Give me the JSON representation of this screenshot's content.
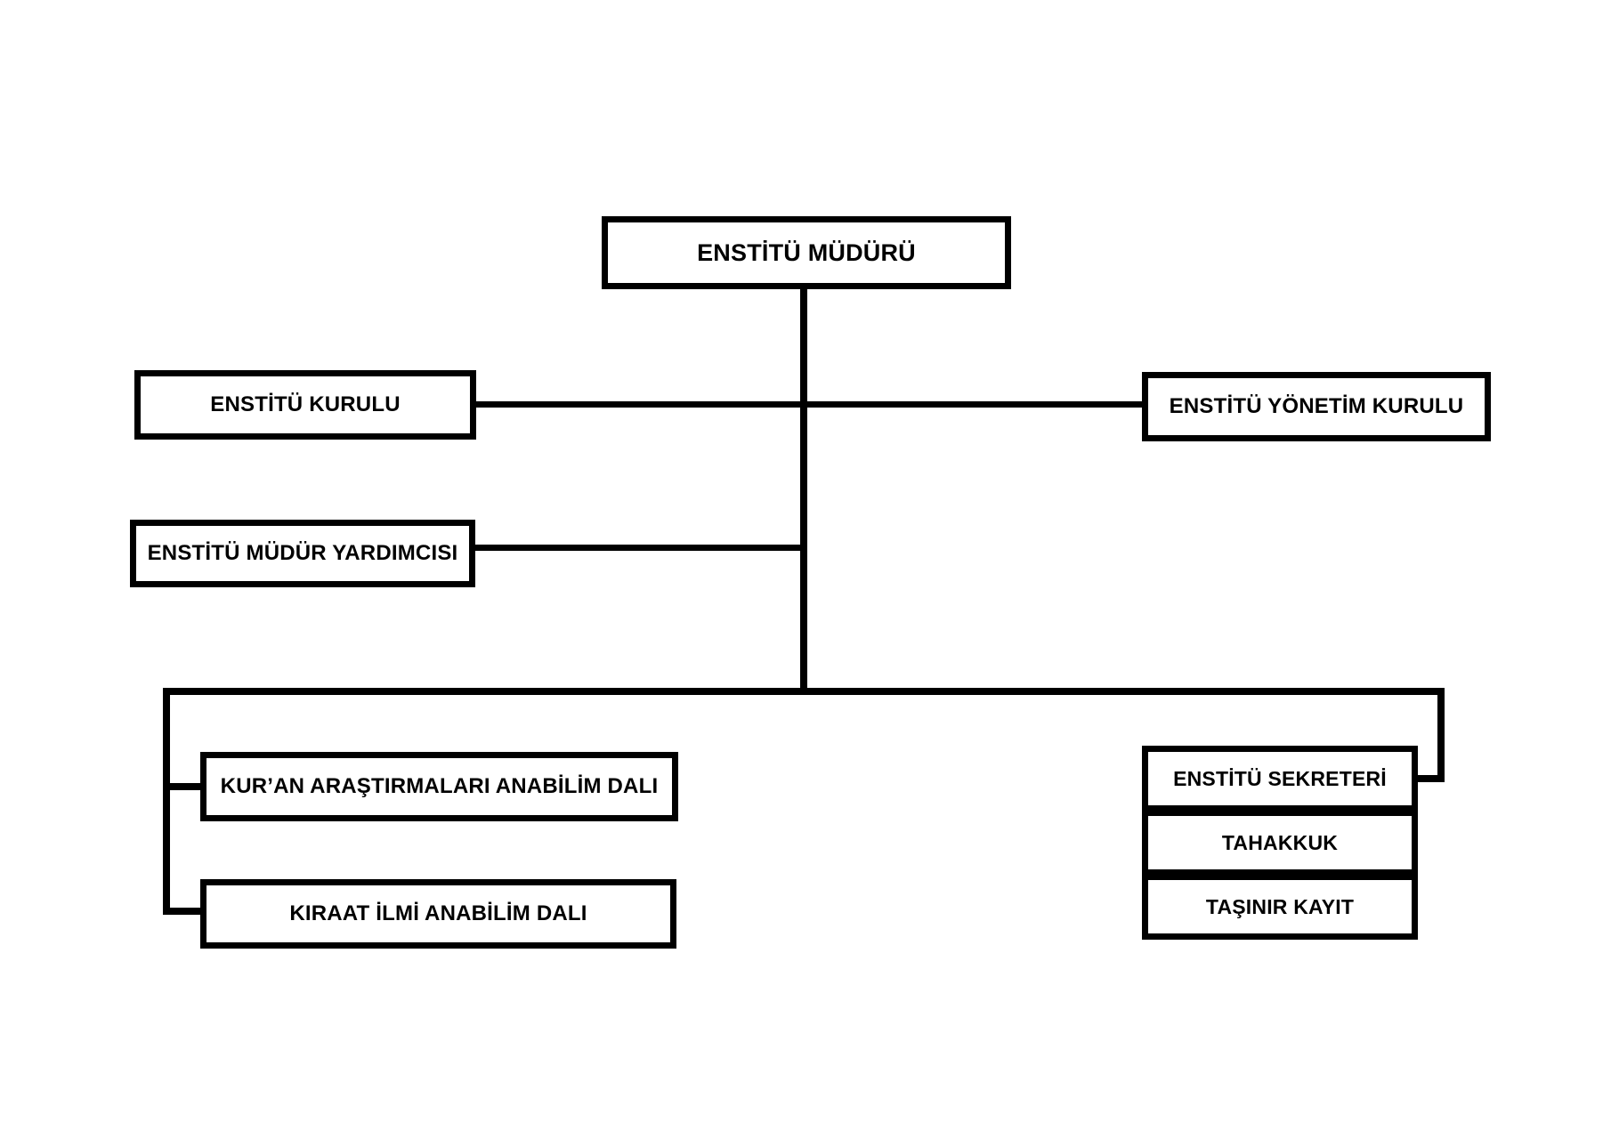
{
  "chart": {
    "type": "organization-chart",
    "title": "",
    "background_color": "#ffffff",
    "line_color": "#000000",
    "text_color": "#000000",
    "nodes": [
      {
        "id": "mudur",
        "label": "ENSTİTÜ MÜDÜRÜ",
        "level": 1
      },
      {
        "id": "kurulu",
        "label": "ENSTİTÜ KURULU",
        "level": 2
      },
      {
        "id": "yonetim",
        "label": "ENSTİTÜ YÖNETİM KURULU",
        "level": 2
      },
      {
        "id": "yardimci",
        "label": "ENSTİTÜ MÜDÜR YARDIMCISI",
        "level": 3
      },
      {
        "id": "kuran",
        "label": "KUR’AN ARAŞTIRMALARI ANABİLİM DALI",
        "level": 4
      },
      {
        "id": "kiraat",
        "label": "KIRAAT İLMİ ANABİLİM DALI",
        "level": 4
      },
      {
        "id": "sekreter",
        "label": "ENSTİTÜ SEKRETERİ",
        "level": 4
      },
      {
        "id": "tahakkuk",
        "label": "TAHAKKUK",
        "level": 5
      },
      {
        "id": "tasinir",
        "label": "TAŞINIR KAYIT",
        "level": 5
      }
    ],
    "edges": [
      {
        "from": "mudur",
        "to": "kurulu"
      },
      {
        "from": "mudur",
        "to": "yonetim"
      },
      {
        "from": "mudur",
        "to": "yardimci"
      },
      {
        "from": "mudur",
        "to": "kuran"
      },
      {
        "from": "mudur",
        "to": "kiraat"
      },
      {
        "from": "mudur",
        "to": "sekreter"
      },
      {
        "from": "sekreter",
        "to": "tahakkuk"
      },
      {
        "from": "sekreter",
        "to": "tasinir"
      }
    ]
  },
  "nodes": {
    "mudur": {
      "label": "ENSTİTÜ MÜDÜRÜ"
    },
    "kurulu": {
      "label": "ENSTİTÜ KURULU"
    },
    "yonetim": {
      "label": "ENSTİTÜ YÖNETİM KURULU"
    },
    "yardimci": {
      "label": "ENSTİTÜ MÜDÜR YARDIMCISI"
    },
    "kuran": {
      "label": "KUR’AN ARAŞTIRMALARI ANABİLİM DALI"
    },
    "kiraat": {
      "label": "KIRAAT İLMİ ANABİLİM DALI"
    },
    "sekreter": {
      "label": "ENSTİTÜ SEKRETERİ"
    },
    "tahakkuk": {
      "label": "TAHAKKUK"
    },
    "tasinir": {
      "label": "TAŞINIR KAYIT"
    }
  }
}
